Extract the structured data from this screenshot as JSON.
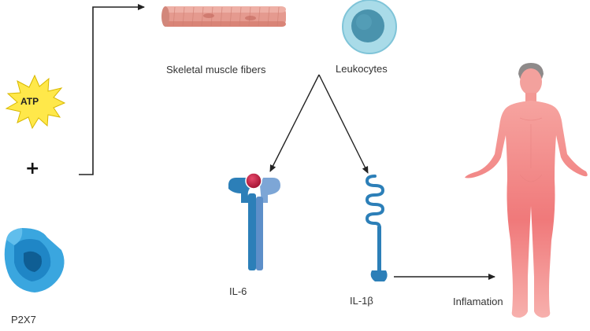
{
  "atp": {
    "label": "ATP"
  },
  "plus": {
    "symbol": "+"
  },
  "p2x7": {
    "label": "P2X7"
  },
  "muscle": {
    "label": "Skeletal muscle fibers"
  },
  "leukocytes": {
    "label": "Leukocytes"
  },
  "il6": {
    "label": "IL-6"
  },
  "il1b": {
    "label": "IL-1β"
  },
  "inflammation": {
    "label": "Inflamation"
  },
  "colors": {
    "atp_fill": "#ffe84a",
    "muscle_fill": "#e59a8f",
    "leukocyte_outer": "#a9dbe8",
    "leukocyte_inner": "#4a93ad",
    "receptor_blue": "#2c7fb8",
    "il6_ball": "#c2183c",
    "body_pink": "#f37c7c"
  }
}
